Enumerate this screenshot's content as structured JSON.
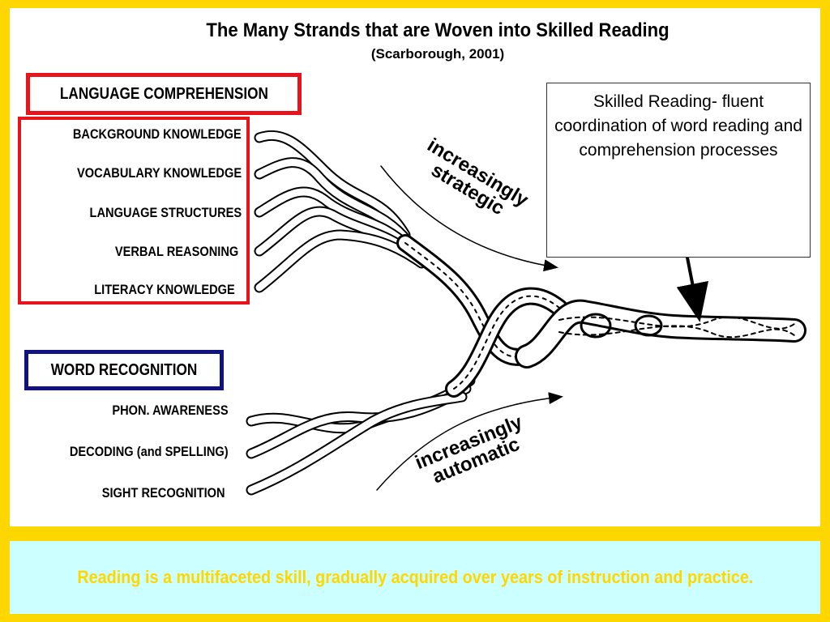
{
  "title": "The Many Strands that are Woven into Skilled Reading",
  "subtitle": "(Scarborough, 2001)",
  "language_comprehension": {
    "header": "LANGUAGE COMPREHENSION",
    "strands": [
      "BACKGROUND KNOWLEDGE",
      "VOCABULARY KNOWLEDGE",
      "LANGUAGE STRUCTURES",
      "VERBAL REASONING",
      "LITERACY KNOWLEDGE"
    ],
    "box_color": "#e8141c"
  },
  "word_recognition": {
    "header": "WORD RECOGNITION",
    "strands": [
      "PHON. AWARENESS",
      "DECODING (and SPELLING)",
      "SIGHT RECOGNITION"
    ],
    "box_color": "#12127e"
  },
  "arrow_labels": {
    "strategic": [
      "increasingly",
      "strategic"
    ],
    "automatic": [
      "increasingly",
      "automatic"
    ]
  },
  "skilled_reading_note": "Skilled Reading- fluent coordination of word reading and comprehension processes",
  "footer": "Reading is a multifaceted skill, gradually acquired over years of instruction and practice.",
  "colors": {
    "frame": "#ffd700",
    "footer_bg": "#ccffff",
    "footer_text": "#ffd700"
  }
}
